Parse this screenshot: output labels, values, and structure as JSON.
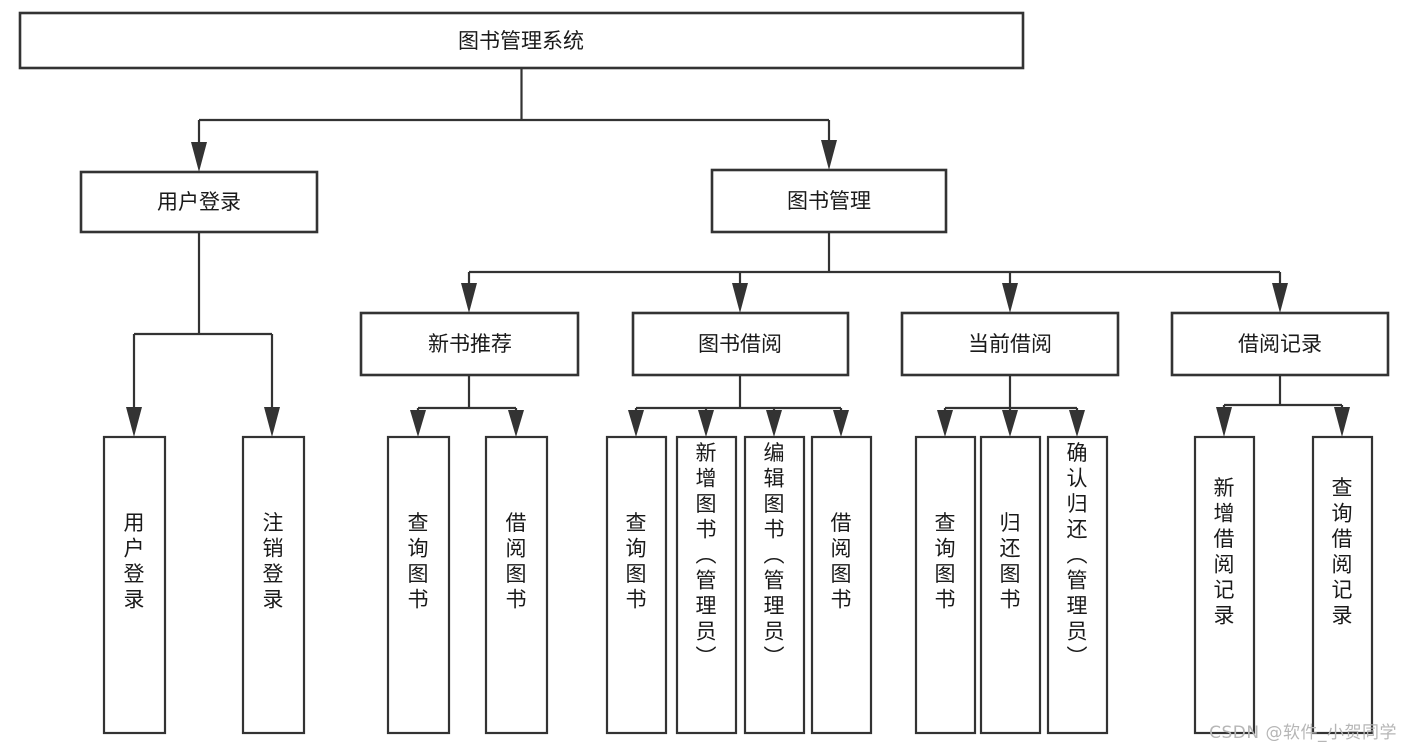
{
  "diagram": {
    "type": "tree",
    "title": "图书管理系统",
    "root": {
      "id": "root",
      "label": "图书管理系统"
    },
    "level1": [
      {
        "id": "user-login",
        "label": "用户登录"
      },
      {
        "id": "book-management",
        "label": "图书管理"
      }
    ],
    "level2": [
      {
        "id": "new-book-recommend",
        "label": "新书推荐",
        "parent": "book-management"
      },
      {
        "id": "book-borrow",
        "label": "图书借阅",
        "parent": "book-management"
      },
      {
        "id": "current-borrow",
        "label": "当前借阅",
        "parent": "book-management"
      },
      {
        "id": "borrow-record",
        "label": "借阅记录",
        "parent": "book-management"
      }
    ],
    "leaves": [
      {
        "id": "leaf-user-login",
        "label": "用户登录",
        "parent": "user-login"
      },
      {
        "id": "leaf-user-logout",
        "label": "注销登录",
        "parent": "user-login"
      },
      {
        "id": "leaf-query-book-1",
        "label": "查询图书",
        "parent": "new-book-recommend"
      },
      {
        "id": "leaf-borrow-book-1",
        "label": "借阅图书",
        "parent": "new-book-recommend"
      },
      {
        "id": "leaf-query-book-2",
        "label": "查询图书",
        "parent": "book-borrow"
      },
      {
        "id": "leaf-add-book",
        "label": "新增图书（管理员）",
        "parent": "book-borrow"
      },
      {
        "id": "leaf-edit-book",
        "label": "编辑图书（管理员）",
        "parent": "book-borrow"
      },
      {
        "id": "leaf-borrow-book-2",
        "label": "借阅图书",
        "parent": "book-borrow"
      },
      {
        "id": "leaf-query-book-3",
        "label": "查询图书",
        "parent": "current-borrow"
      },
      {
        "id": "leaf-return-book",
        "label": "归还图书",
        "parent": "current-borrow"
      },
      {
        "id": "leaf-confirm-return",
        "label": "确认归还（管理员）",
        "parent": "current-borrow"
      },
      {
        "id": "leaf-add-record",
        "label": "新增借阅记录",
        "parent": "borrow-record"
      },
      {
        "id": "leaf-query-record",
        "label": "查询借阅记录",
        "parent": "borrow-record"
      }
    ],
    "colors": {
      "box_fill": "#ffffff",
      "box_stroke": "#333333",
      "text": "#1a1a1a",
      "background": "#ffffff",
      "watermark": "#b6b6b6"
    }
  },
  "watermark": {
    "text": "CSDN @软件_小贺同学"
  }
}
